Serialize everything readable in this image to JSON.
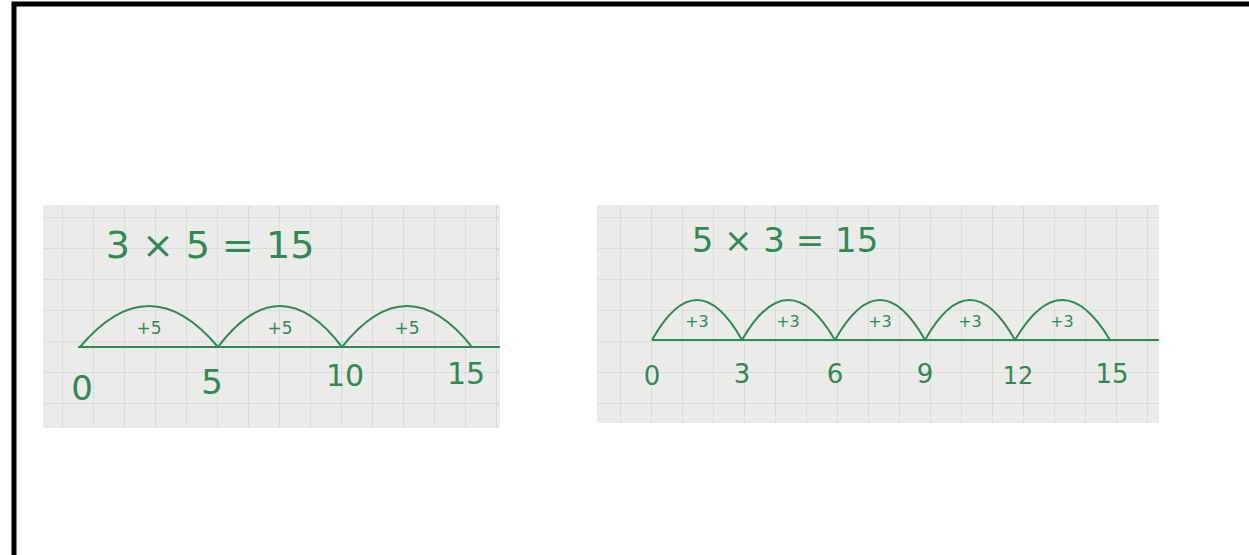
{
  "diagram": {
    "labels": [
      "3 × 5 = 15",
      "+5",
      "+5",
      "+5",
      "0",
      "5",
      "10",
      "15",
      "5 × 3 = 15",
      "+3",
      "+3",
      "+3",
      "+3",
      "+3",
      "0",
      "3",
      "6",
      "9",
      "12",
      "15"
    ]
  }
}
